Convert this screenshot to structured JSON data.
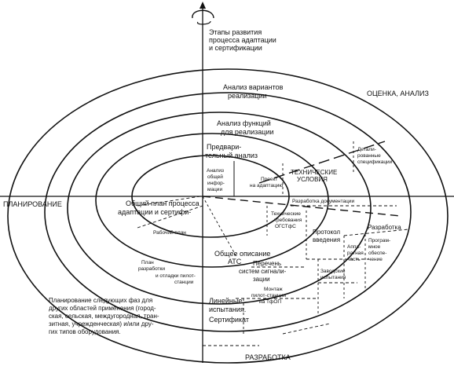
{
  "axes": {
    "axis_label": [
      "Этапы развития",
      "процесса адаптации",
      "и сертификации"
    ],
    "left": "ПЛАНИРОВАНИЕ",
    "right": "ОЦЕНКА, АНАЛИЗ",
    "bottom": "РАЗРАБОТКА"
  },
  "rings": {
    "r1": [
      "Анализ вариантов",
      "реализации"
    ],
    "r2": [
      "Анализ функций",
      "для реализации"
    ],
    "r3": [
      "Предвари-",
      "тельный анализ"
    ]
  },
  "center": [
    "Анализ",
    "общей",
    "инфор-",
    "мации"
  ],
  "upper_right": {
    "project": [
      "Проект",
      "на адаптацию"
    ],
    "tech": [
      "ТЕХНИЧЕСКИЕ",
      "УСЛОВИЯ"
    ],
    "detail": [
      "Детали-",
      "рованные",
      "спецификации"
    ]
  },
  "left_half": {
    "general_plan": [
      "Общий план процесса",
      "адаптации и сертифи-"
    ],
    "work_plan": "Рабочий план",
    "dev_plan": [
      "План",
      "разработки",
      "и отладки пилот-",
      "станции"
    ]
  },
  "lower_right": {
    "doc_dev": "Разработка документации",
    "tech_req": [
      "Технические",
      "требования",
      "ОГСТфС"
    ],
    "protocol": [
      "Протокол",
      "введения"
    ],
    "dev": "Разработка",
    "hardware": [
      "Аппа-",
      "ратная",
      "часть"
    ],
    "software": [
      "Програм-",
      "мное",
      "обеспе-",
      "чение"
    ],
    "factory_tests": [
      "Заводские",
      "испытания"
    ],
    "signal_list": [
      "Перечень",
      "систем сигнали-",
      "зации"
    ],
    "pilot_install": [
      "Монтаж",
      "пилот-станции",
      "на ТфОП"
    ],
    "general_desc": [
      "Общее описание",
      "АТС"
    ],
    "line_tests": [
      "Линейные",
      "испытания.",
      "Сертификат"
    ]
  },
  "bottom_note": [
    "Планирование следующих фаз для",
    "других областей применения (город-",
    "ская, сельская, междугородная, тран-",
    "зитная, учрежденческая) и/или дру-",
    "гих типов оборудования."
  ]
}
